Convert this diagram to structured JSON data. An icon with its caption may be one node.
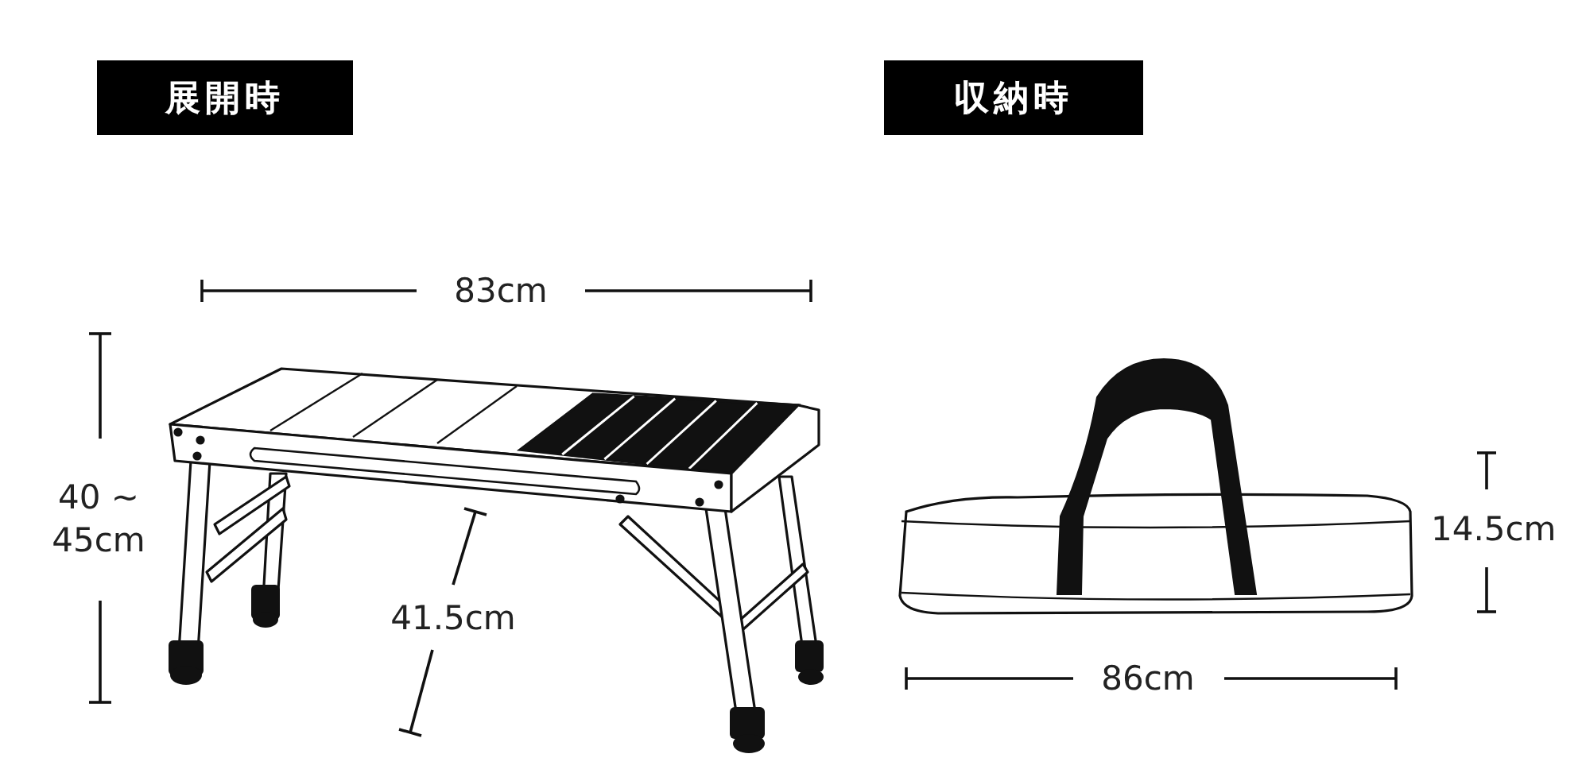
{
  "diagram": {
    "nodes": [
      {
        "text": [
          "展開時"
        ]
      },
      {
        "text": [
          "収納時"
        ]
      }
    ],
    "labels": [
      "83cm",
      "40 ~ 45cm",
      "41.5cm",
      "14.5cm",
      "86cm"
    ]
  }
}
